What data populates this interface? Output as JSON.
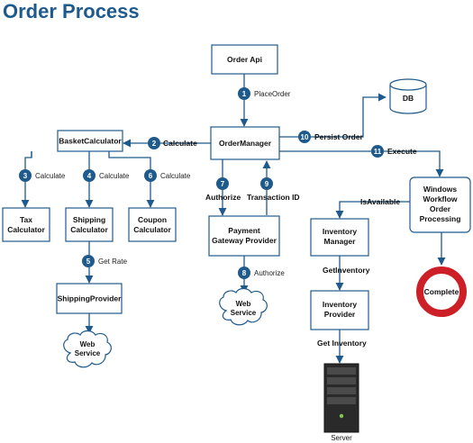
{
  "title": "Order Process",
  "nodes": {
    "order_api": [
      "Order Api"
    ],
    "order_manager": [
      "OrderManager"
    ],
    "basket_calculator": [
      "BasketCalculator"
    ],
    "tax_calculator": [
      "Tax",
      "Calculator"
    ],
    "shipping_calculator": [
      "Shipping",
      "Calculator"
    ],
    "coupon_calculator": [
      "Coupon",
      "Calculator"
    ],
    "payment_gateway": [
      "Payment",
      "Gateway Provider"
    ],
    "shipping_provider": [
      "ShippingProvider"
    ],
    "inventory_manager": [
      "Inventory",
      "Manager"
    ],
    "inventory_provider": [
      "Inventory",
      "Provider"
    ],
    "workflow": [
      "Windows",
      "Workflow",
      "Order",
      "Processing"
    ],
    "db": [
      "DB"
    ],
    "web_service_shipping": [
      "Web",
      "Service"
    ],
    "web_service_payment": [
      "Web",
      "Service"
    ],
    "complete": [
      "Complete"
    ],
    "server": [
      "Server"
    ]
  },
  "steps": [
    {
      "num": "1",
      "label": "PlaceOrder"
    },
    {
      "num": "2",
      "label": "Calculate"
    },
    {
      "num": "3",
      "label": "Calculate"
    },
    {
      "num": "4",
      "label": "Calculate"
    },
    {
      "num": "5",
      "label": "Get Rate"
    },
    {
      "num": "6",
      "label": "Calculate"
    },
    {
      "num": "7",
      "label": "Authorize"
    },
    {
      "num": "8",
      "label": "Authorize"
    },
    {
      "num": "9",
      "label": "Transaction ID"
    },
    {
      "num": "10",
      "label": "Persist Order"
    },
    {
      "num": "11",
      "label": "Execute"
    }
  ],
  "edge_labels": {
    "is_available": "IsAvailable",
    "get_inventory_1": "GetInventory",
    "get_inventory_2": "Get Inventory"
  },
  "colors": {
    "accent": "#1f5a8c",
    "complete_ring": "#cc1f27"
  }
}
